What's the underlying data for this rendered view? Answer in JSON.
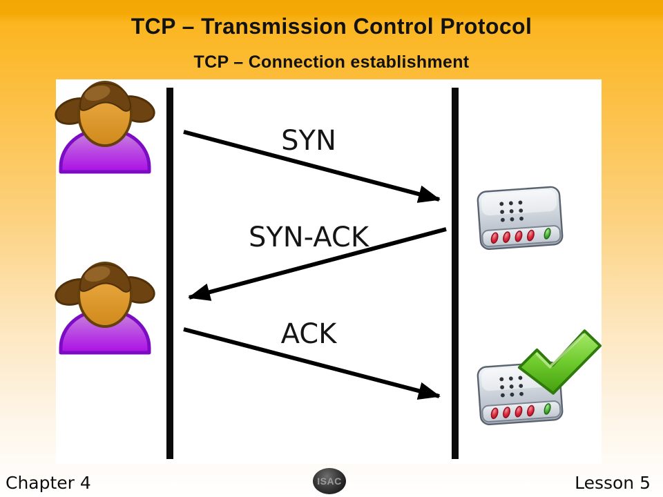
{
  "slide": {
    "title": "TCP – Transmission Control Protocol",
    "subtitle": "TCP – Connection establishment",
    "footer": {
      "chapter": "Chapter 4",
      "lesson": "Lesson 5",
      "logo_text": "ISAC"
    }
  },
  "diagram": {
    "type": "sequence",
    "actors": [
      {
        "id": "client",
        "icon": "girl-user-icon",
        "timeline": "left",
        "occurrences": 2
      },
      {
        "id": "server",
        "icon": "network-device-icon",
        "timeline": "right",
        "occurrences": 2
      }
    ],
    "messages": [
      {
        "label": "SYN",
        "from": "client",
        "to": "server",
        "direction": "right-down"
      },
      {
        "label": "SYN-ACK",
        "from": "server",
        "to": "client",
        "direction": "left-down"
      },
      {
        "label": "ACK",
        "from": "client",
        "to": "server",
        "direction": "right-down"
      }
    ],
    "status_icon": "green-checkmark-icon"
  },
  "colors": {
    "background_top": "#F3A703",
    "background_bottom": "#FFFFFF",
    "panel": "#FFFFFF",
    "arrow": "#000000",
    "client_body_purple": "#AB0FE4",
    "client_skin": "#E09A28",
    "client_hair": "#6E4312",
    "server_silver": "#C2C9D2",
    "led_red": "#C41228",
    "led_green": "#2E9418",
    "check_green": "#4CAE12"
  }
}
